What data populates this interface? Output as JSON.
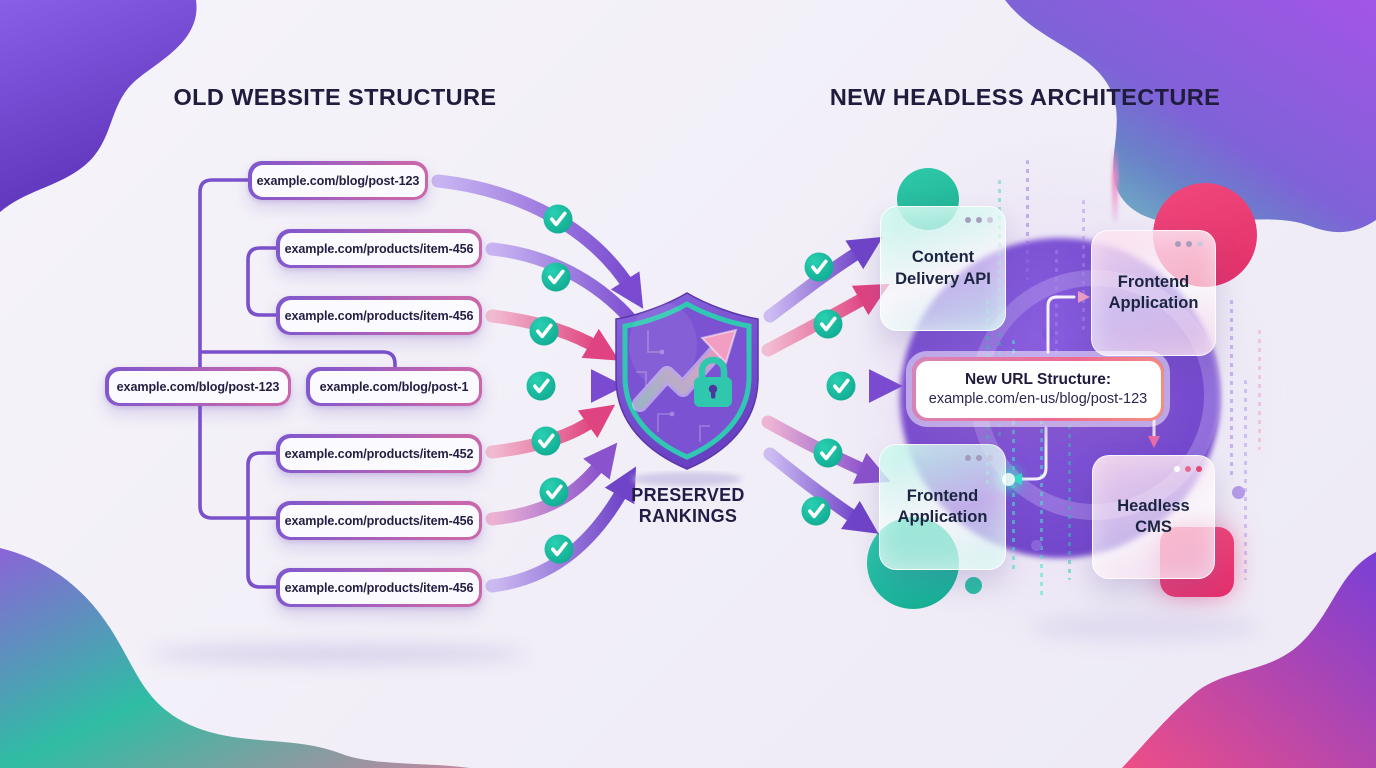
{
  "titles": {
    "old": "OLD WEBSITE STRUCTURE",
    "new": "NEW HEADLESS ARCHITECTURE"
  },
  "old_structure": {
    "box1": "example.com/blog/post-123",
    "box2": "example.com/products/item-456",
    "box3": "example.com/products/item-456",
    "box4a": "example.com/blog/post-123",
    "box4b": "example.com/blog/post-1",
    "box5": "example.com/products/item-452",
    "box6": "example.com/products/item-456",
    "box7": "example.com/products/item-456"
  },
  "shield": {
    "line1": "PRESERVED",
    "line2": "RANKINGS"
  },
  "new_architecture": {
    "card_content_api": "Content Delivery API",
    "card_frontend_top": "Frontend Application",
    "card_frontend_bottom": "Frontend Application",
    "card_headless_cms": "Headless CMS",
    "url_card_title": "New URL Structure:",
    "url_card_value": "example.com/en-us/blog/post-123"
  },
  "icons": {
    "checkmark": "check-circle",
    "shield": "shield-with-lock-and-trend-arrow",
    "padlock": "lock",
    "trend_arrow": "up-right-arrow",
    "window_dots": "three-dots"
  },
  "colors": {
    "purple": "#7a4bd0",
    "pink": "#df4380",
    "teal": "#14b8a0",
    "navy": "#201c3e"
  }
}
